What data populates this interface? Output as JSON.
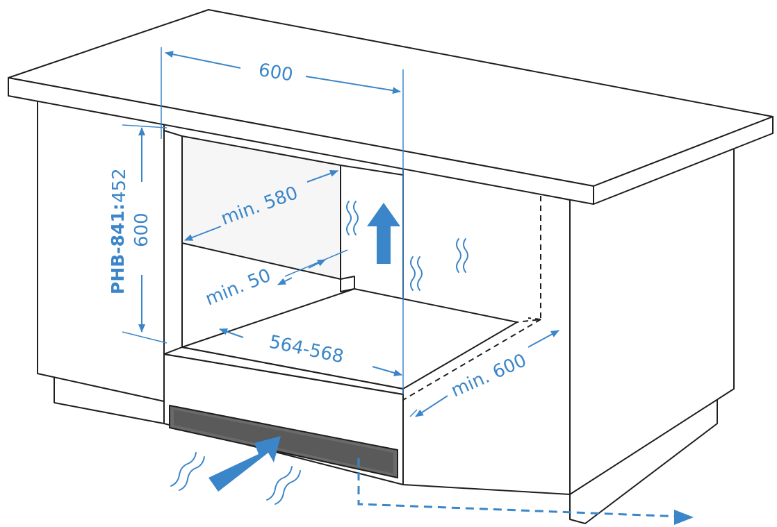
{
  "colors": {
    "outline": "#1e1e1e",
    "cabinet": "#ffffff",
    "recess_wall": "#f6f6f6",
    "vent_fill": "#6a6a6a",
    "dimension": "#3b86c8"
  },
  "icons": {
    "airflow_up": "arrow-up-icon",
    "airflow_in": "arrow-diagonal-icon",
    "airflow_out": "dashed-arrow-right-icon",
    "heat": "wavy-lines-icon"
  },
  "dimensions": {
    "top_width": "600",
    "height_model": "PHB-841:",
    "height_model_value": "452",
    "height_other": "600",
    "depth_min": "min. 580",
    "gap_min": "min. 50",
    "inner_width": "564-568",
    "side_depth_min": "min. 600"
  }
}
